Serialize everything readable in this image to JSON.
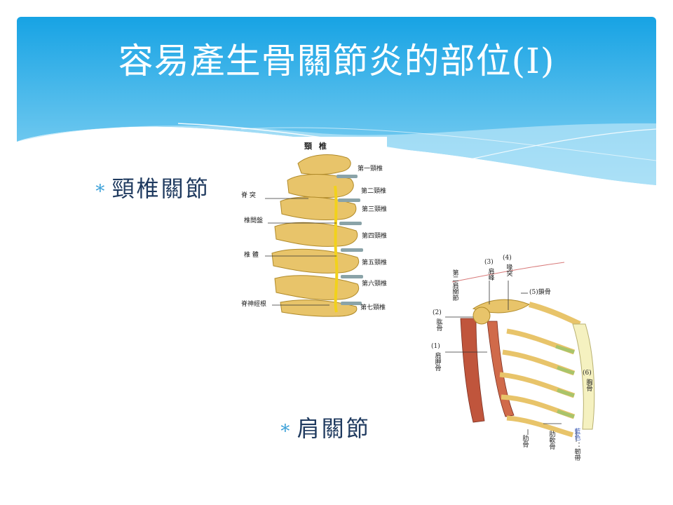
{
  "slide": {
    "title": "容易產生骨關節炎的部位(I)",
    "bullets": [
      {
        "marker": "∗",
        "text": "頸椎關節"
      },
      {
        "marker": "∗",
        "text": "肩關節"
      }
    ]
  },
  "neck_figure": {
    "title": "頸 椎",
    "vertebrae": [
      "第一頸椎",
      "第二頸椎",
      "第三頸椎",
      "第四頸椎",
      "第五頸椎",
      "第六頸椎",
      "第七頸椎"
    ],
    "callouts": [
      "脊 突",
      "椎間盤",
      "椎 體",
      "脊神經根"
    ]
  },
  "shoulder_figure": {
    "labels": {
      "second_joint": "第二肩關節",
      "l3_num": "(3)",
      "l3_text": "肩峰",
      "l4_num": "(4)",
      "l4_text": "喙突",
      "l5": "(5)鎖骨",
      "l2_num": "(2)",
      "l2_text": "肱骨",
      "l1_num": "(1)",
      "l1_text": "肩胛骨",
      "l6_num": "(6)",
      "l6_text": "胸骨",
      "rib": "肋骨",
      "costal_cartilage": "肋軟骨",
      "blue_note": "藍色",
      "ligament": "：韌帶"
    }
  },
  "colors": {
    "header_top": "#1aa7e6",
    "header_bottom": "#6ec9f0",
    "bullet_marker": "#3aa0d8",
    "bullet_text": "#1f3a5f",
    "bone": "#e8c46a",
    "disc": "#8aa3a8",
    "nerve": "#f2d21b",
    "muscle": "#c0553c",
    "cartilage": "#a9c46a"
  }
}
